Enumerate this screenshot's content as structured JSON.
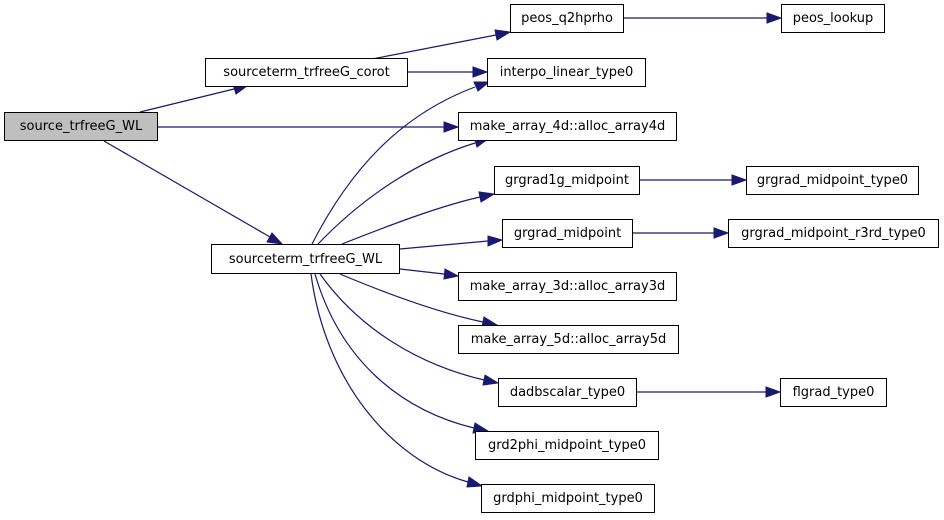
{
  "colors": {
    "edge": "#191970",
    "root_fill": "#bfbfbf",
    "node_fill": "#ffffff",
    "border": "#000000"
  },
  "nodes": {
    "source_trfreeG_WL": "source_trfreeG_WL",
    "sourceterm_trfreeG_corot": "sourceterm_trfreeG_corot",
    "sourceterm_trfreeG_WL": "sourceterm_trfreeG_WL",
    "peos_q2hprho": "peos_q2hprho",
    "peos_lookup": "peos_lookup",
    "interpo_linear_type0": "interpo_linear_type0",
    "make_array_4d_alloc_array4d": "make_array_4d::alloc_array4d",
    "grgrad1g_midpoint": "grgrad1g_midpoint",
    "grgrad_midpoint_type0": "grgrad_midpoint_type0",
    "grgrad_midpoint": "grgrad_midpoint",
    "grgrad_midpoint_r3rd_type0": "grgrad_midpoint_r3rd_type0",
    "make_array_3d_alloc_array3d": "make_array_3d::alloc_array3d",
    "make_array_5d_alloc_array5d": "make_array_5d::alloc_array5d",
    "dadbscalar_type0": "dadbscalar_type0",
    "flgrad_type0": "flgrad_type0",
    "grd2phi_midpoint_type0": "grd2phi_midpoint_type0",
    "grdphi_midpoint_type0": "grdphi_midpoint_type0"
  }
}
